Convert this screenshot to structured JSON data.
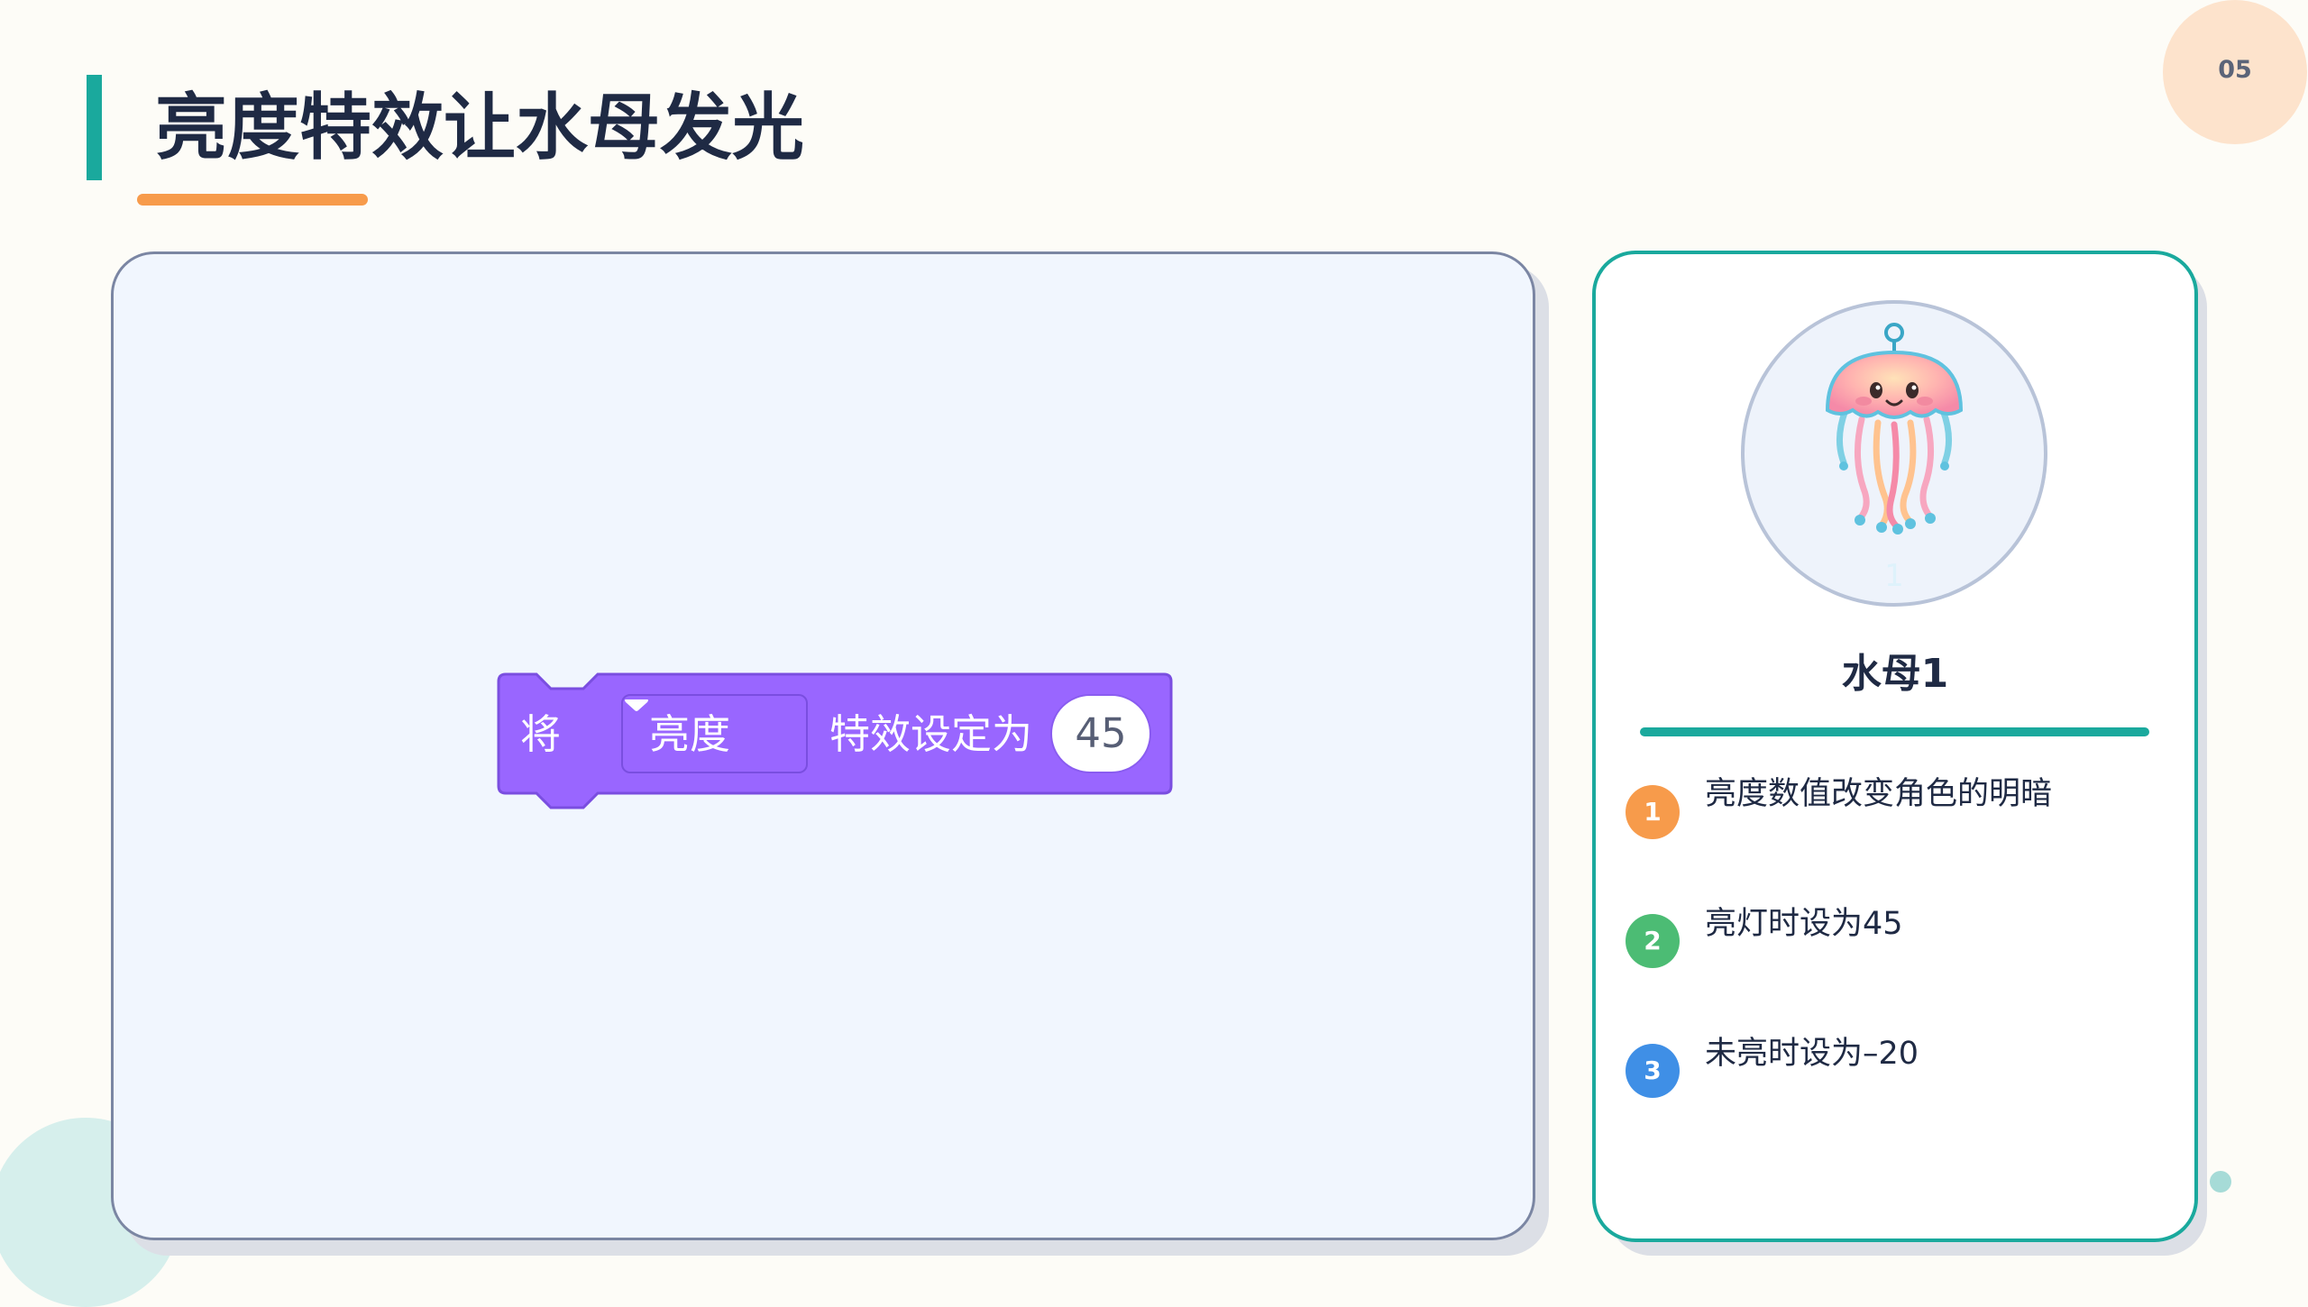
{
  "page": {
    "number": "05",
    "title": "亮度特效让水母发光"
  },
  "code_block": {
    "prefix": "将",
    "effect_dropdown": "亮度",
    "label": "特效设定为",
    "value": "45",
    "color": "#9966ff"
  },
  "sprite": {
    "index": "1",
    "name": "水母1",
    "icon": "jellyfish-icon"
  },
  "steps": [
    {
      "number": "1",
      "text": "亮度数值改变角色的明暗",
      "color": "#f79b4b"
    },
    {
      "number": "2",
      "text": "亮灯时设为45",
      "color": "#4cbc74"
    },
    {
      "number": "3",
      "text": "未亮时设为–20",
      "color": "#3f8fe6"
    }
  ],
  "colors": {
    "accent_teal": "#1aa99d",
    "accent_orange": "#f79b4b",
    "title": "#1f2a44"
  }
}
